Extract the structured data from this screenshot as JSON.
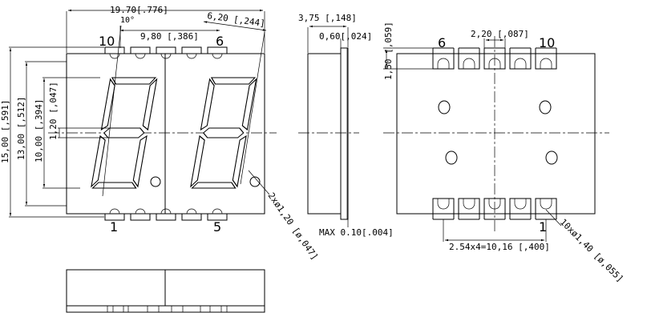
{
  "front_view": {
    "dim_width": "19.70[.776]",
    "dim_digit_pitch": "9,80 [,386]",
    "dim_slant_angle": "10°",
    "dim_seg_offset": "6,20 [,244]",
    "dim_height_total": "15,00 [,591]",
    "dim_height_body": "13,00 [,512]",
    "dim_digit_height": "10,00 [,394]",
    "dim_seg_width": "1,20 [,047]",
    "dim_hole": "2xø1,20 [ø,047]",
    "pin_1": "1",
    "pin_5": "5",
    "pin_6": "6",
    "pin_10": "10"
  },
  "side_view": {
    "dim_depth": "3,75 [,148]",
    "dim_flange": "0,60[,024]",
    "dim_max": "MAX  0.10[.004]"
  },
  "back_view": {
    "dim_pad_width": "2,20 [,087]",
    "dim_pad_height": "1,50 [,059]",
    "dim_pad_pitch": "2.54x4=10,16 [,400]",
    "dim_pad_hole": "10xø1,40 [ø,055]",
    "pin_1": "1",
    "pin_6": "6",
    "pin_10": "10"
  }
}
